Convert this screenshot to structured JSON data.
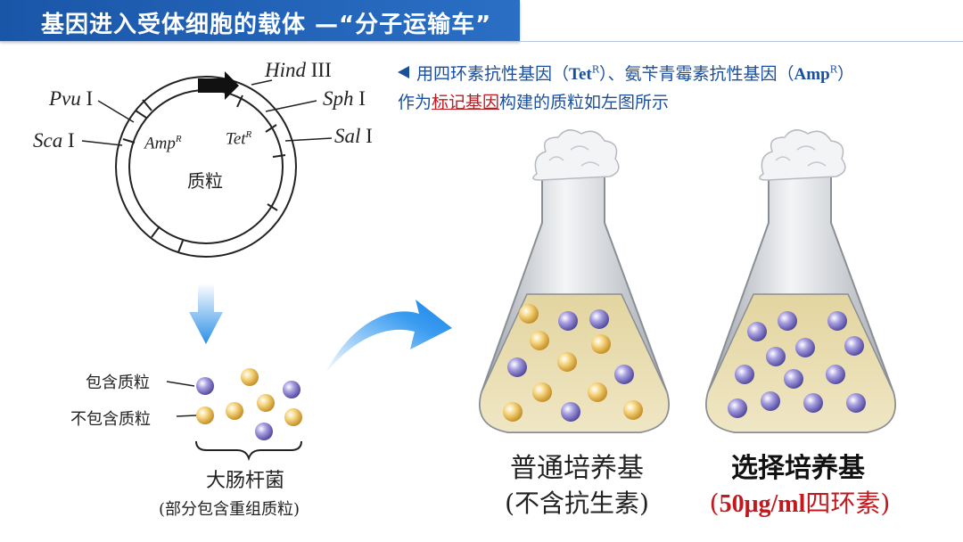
{
  "title": "基因进入受体细胞的载体 —“分子运输车”",
  "note": {
    "line1_pre": "用四环素抗性基因（",
    "tet": "Tet",
    "sup": "R",
    "line1_mid": "）、氨苄青霉素抗性基因（",
    "amp": "Amp",
    "line1_post": "）",
    "line2_pre": "作为",
    "line2_hl": "标记基因",
    "line2_post": "构建的质粒如左图所示"
  },
  "plasmid": {
    "center_label": "质粒",
    "genes": {
      "amp": "Amp",
      "tet": "Tet",
      "sup": "R"
    },
    "sites": [
      {
        "name": "Hind",
        "roman": "III"
      },
      {
        "name": "Sph",
        "roman": "I"
      },
      {
        "name": "Sal",
        "roman": "I"
      },
      {
        "name": "Pvu",
        "roman": "I"
      },
      {
        "name": "Sca",
        "roman": "I"
      }
    ]
  },
  "bacteria": {
    "with_plasmid": "包含质粒",
    "without_plasmid": "不包含质粒",
    "name": "大肠杆菌",
    "note": "(部分包含重组质粒)"
  },
  "flasks": {
    "normal": {
      "title": "普通培养基",
      "subtitle": "(不含抗生素)"
    },
    "selective": {
      "title": "选择培养基",
      "subtitle_num": "50μg/ml",
      "subtitle_txt": "四环素)",
      "subtitle_open": "("
    }
  },
  "colors": {
    "accent": "#1a56a8",
    "with": "#8a80c8",
    "without": "#f0c768",
    "highlight": "#c2191f"
  }
}
